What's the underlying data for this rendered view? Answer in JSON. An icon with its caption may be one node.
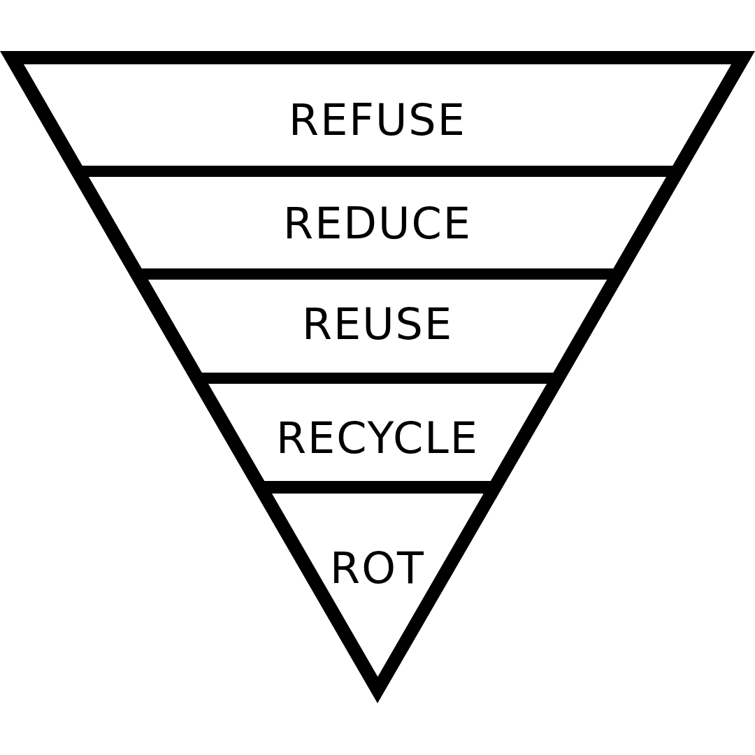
{
  "diagram": {
    "nodes": [
      {
        "text": [
          "REFUSE"
        ]
      },
      {
        "text": [
          "REDUCE"
        ]
      },
      {
        "text": [
          "REUSE"
        ]
      },
      {
        "text": [
          "RECYCLE"
        ]
      },
      {
        "text": [
          "ROT"
        ]
      }
    ]
  }
}
